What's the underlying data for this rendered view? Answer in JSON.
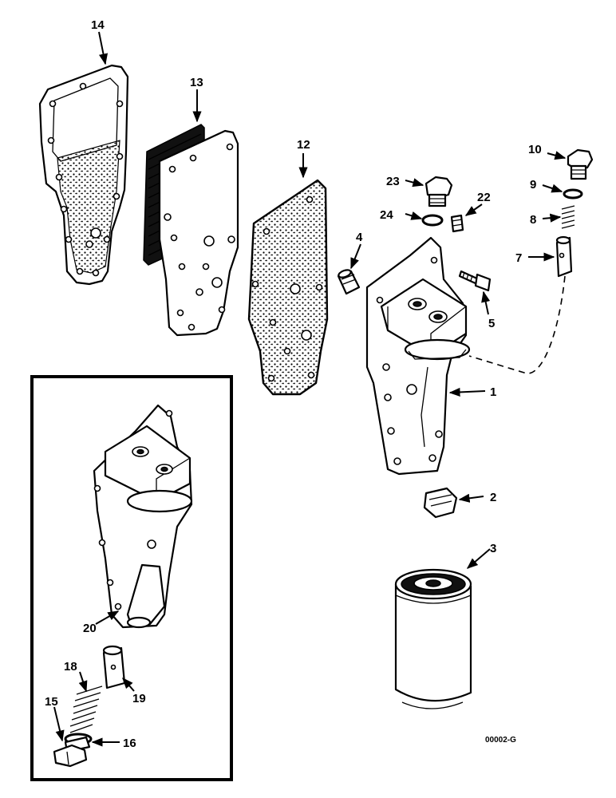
{
  "callouts": {
    "c1": "1",
    "c2": "2",
    "c3": "3",
    "c4": "4",
    "c5": "5",
    "c7": "7",
    "c8": "8",
    "c9": "9",
    "c10": "10",
    "c12": "12",
    "c13": "13",
    "c14": "14",
    "c15": "15",
    "c16": "16",
    "c18": "18",
    "c19": "19",
    "c20": "20",
    "c22": "22",
    "c23": "23",
    "c24": "24"
  },
  "figure_code": "00002-G",
  "parts": {
    "1": "oil-filter-head-housing",
    "2": "filter-nipple",
    "3": "oil-filter",
    "4": "dowel-sleeve",
    "5": "capscrew",
    "7": "valve-plunger",
    "8": "spring",
    "9": "sealing-washer",
    "10": "plug",
    "12": "gasket",
    "13": "oil-cooler-element",
    "14": "gasket",
    "15": "plug",
    "16": "sealing-washer",
    "18": "spring",
    "19": "valve-plunger",
    "20": "housing-alternate",
    "22": "plug",
    "23": "plug",
    "24": "sealing-washer"
  }
}
